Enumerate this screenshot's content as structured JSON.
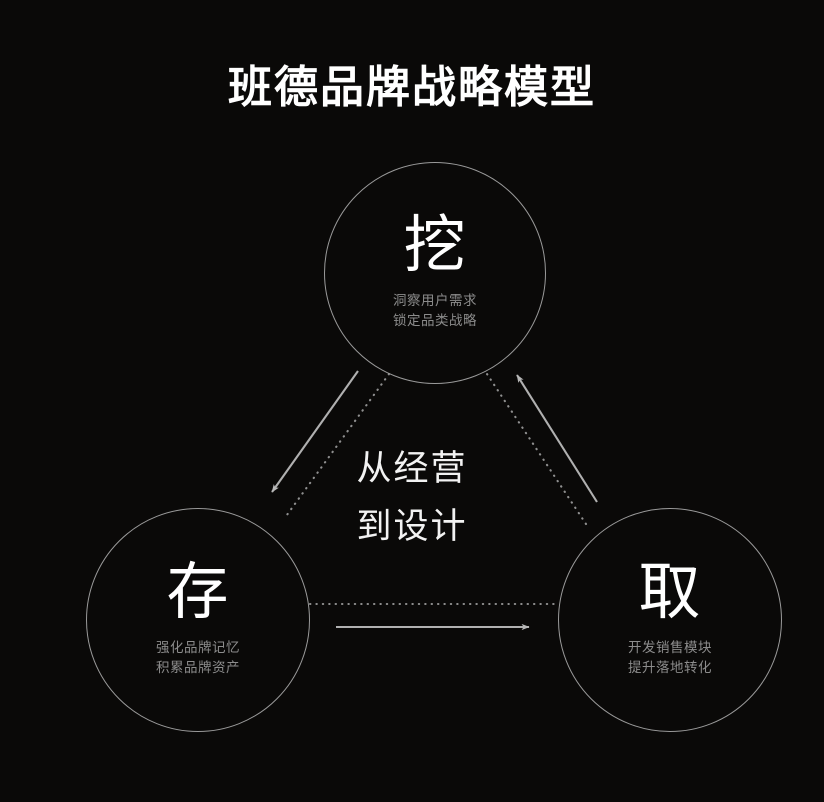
{
  "page": {
    "background_color": "#0a0908",
    "title": "班德品牌战略模型"
  },
  "center_caption": {
    "line1": "从经营",
    "line2": "到设计"
  },
  "nodes": [
    {
      "id": "dig",
      "glyph": "挖",
      "sub_line1": "洞察用户需求",
      "sub_line2": "锁定品类战略",
      "position": "top",
      "stroke_color": "#9a9a9a"
    },
    {
      "id": "store",
      "glyph": "存",
      "sub_line1": "强化品牌记忆",
      "sub_line2": "积累品牌资产",
      "position": "bottom-left",
      "stroke_color": "#9a9a9a"
    },
    {
      "id": "take",
      "glyph": "取",
      "sub_line1": "开发销售模块",
      "sub_line2": "提升落地转化",
      "position": "bottom-right",
      "stroke_color": "#9a9a9a"
    }
  ],
  "connectors": [
    {
      "id": "dig-to-store",
      "style": "solid-arrow",
      "direction": "down-left",
      "from": "dig",
      "to": "store",
      "color": "#b0b0b0"
    },
    {
      "id": "dig-to-store-dotted",
      "style": "dotted",
      "from": "dig",
      "to": "store",
      "color": "#8f8f8f"
    },
    {
      "id": "take-to-dig",
      "style": "solid-arrow",
      "direction": "up-left",
      "from": "take",
      "to": "dig",
      "color": "#b0b0b0"
    },
    {
      "id": "take-to-dig-dotted",
      "style": "dotted",
      "from": "take",
      "to": "dig",
      "color": "#8f8f8f"
    },
    {
      "id": "store-to-take",
      "style": "solid-arrow",
      "direction": "right",
      "from": "store",
      "to": "take",
      "color": "#b0b0b0"
    },
    {
      "id": "store-to-take-dotted",
      "style": "dotted",
      "from": "store",
      "to": "take",
      "color": "#8f8f8f"
    }
  ],
  "colors": {
    "background": "#0a0908",
    "title_text": "#ffffff",
    "glyph_text": "#ffffff",
    "subtitle_text": "#8c8c8c",
    "caption_text": "#f2f2f2",
    "circle_stroke": "#9a9a9a",
    "arrow": "#b0b0b0",
    "dotted": "#8f8f8f"
  }
}
